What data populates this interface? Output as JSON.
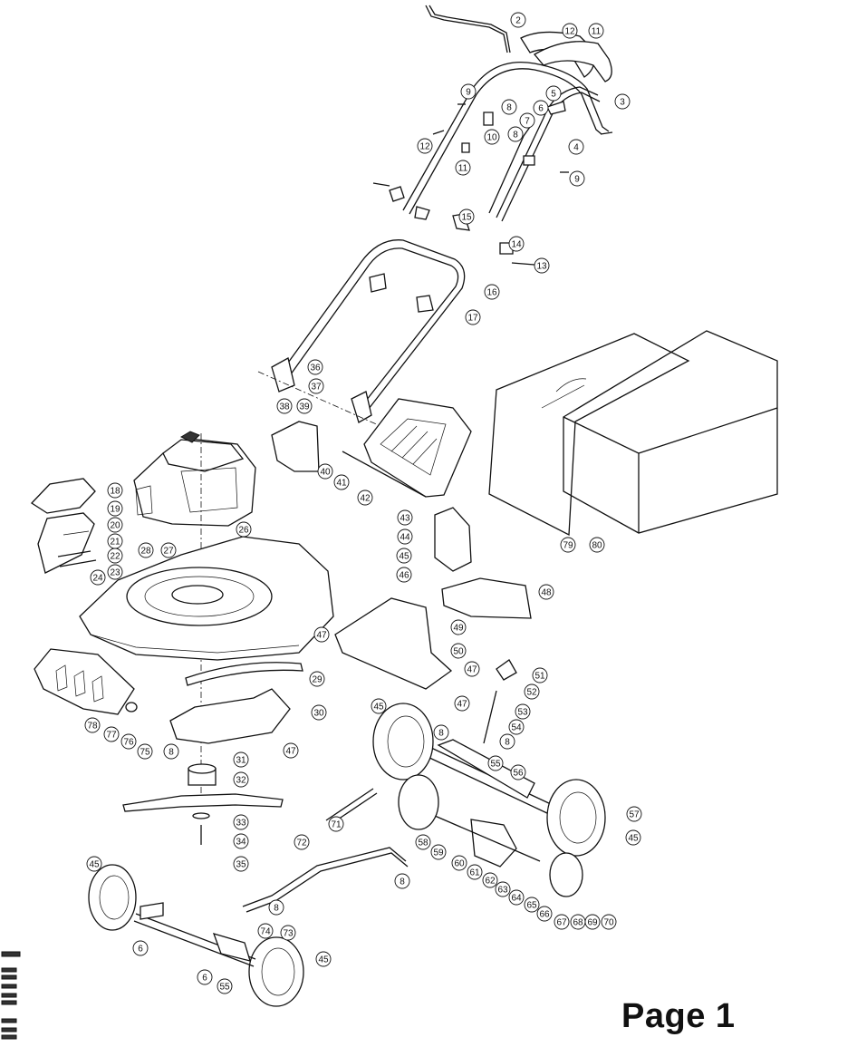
{
  "page": {
    "label": "Page 1"
  },
  "colors": {
    "ink": "#111111",
    "paper": "#ffffff",
    "shade": "#333333"
  },
  "parts": [
    {
      "id": "2"
    },
    {
      "id": "12"
    },
    {
      "id": "11"
    },
    {
      "id": "9"
    },
    {
      "id": "5"
    },
    {
      "id": "3"
    },
    {
      "id": "6"
    },
    {
      "id": "8"
    },
    {
      "id": "7"
    },
    {
      "id": "12"
    },
    {
      "id": "10"
    },
    {
      "id": "8"
    },
    {
      "id": "4"
    },
    {
      "id": "11"
    },
    {
      "id": "9"
    },
    {
      "id": "15"
    },
    {
      "id": "14"
    },
    {
      "id": "13"
    },
    {
      "id": "16"
    },
    {
      "id": "17"
    },
    {
      "id": "36"
    },
    {
      "id": "37"
    },
    {
      "id": "38"
    },
    {
      "id": "39"
    },
    {
      "id": "40"
    },
    {
      "id": "41"
    },
    {
      "id": "42"
    },
    {
      "id": "43"
    },
    {
      "id": "44"
    },
    {
      "id": "45"
    },
    {
      "id": "46"
    },
    {
      "id": "79"
    },
    {
      "id": "80"
    },
    {
      "id": "18"
    },
    {
      "id": "19"
    },
    {
      "id": "20"
    },
    {
      "id": "21"
    },
    {
      "id": "22"
    },
    {
      "id": "23"
    },
    {
      "id": "24"
    },
    {
      "id": "26"
    },
    {
      "id": "27"
    },
    {
      "id": "28"
    },
    {
      "id": "48"
    },
    {
      "id": "49"
    },
    {
      "id": "50"
    },
    {
      "id": "47"
    },
    {
      "id": "47"
    },
    {
      "id": "47"
    },
    {
      "id": "29"
    },
    {
      "id": "51"
    },
    {
      "id": "52"
    },
    {
      "id": "53"
    },
    {
      "id": "54"
    },
    {
      "id": "8"
    },
    {
      "id": "55"
    },
    {
      "id": "45"
    },
    {
      "id": "8"
    },
    {
      "id": "30"
    },
    {
      "id": "47"
    },
    {
      "id": "78"
    },
    {
      "id": "77"
    },
    {
      "id": "76"
    },
    {
      "id": "75"
    },
    {
      "id": "8"
    },
    {
      "id": "31"
    },
    {
      "id": "32"
    },
    {
      "id": "56"
    },
    {
      "id": "57"
    },
    {
      "id": "45"
    },
    {
      "id": "33"
    },
    {
      "id": "34"
    },
    {
      "id": "35"
    },
    {
      "id": "71"
    },
    {
      "id": "72"
    },
    {
      "id": "58"
    },
    {
      "id": "59"
    },
    {
      "id": "60"
    },
    {
      "id": "61"
    },
    {
      "id": "62"
    },
    {
      "id": "63"
    },
    {
      "id": "64"
    },
    {
      "id": "65"
    },
    {
      "id": "66"
    },
    {
      "id": "67"
    },
    {
      "id": "68"
    },
    {
      "id": "69"
    },
    {
      "id": "70"
    },
    {
      "id": "8"
    },
    {
      "id": "8"
    },
    {
      "id": "45"
    },
    {
      "id": "74"
    },
    {
      "id": "73"
    },
    {
      "id": "6"
    },
    {
      "id": "6"
    },
    {
      "id": "55"
    },
    {
      "id": "45"
    }
  ]
}
